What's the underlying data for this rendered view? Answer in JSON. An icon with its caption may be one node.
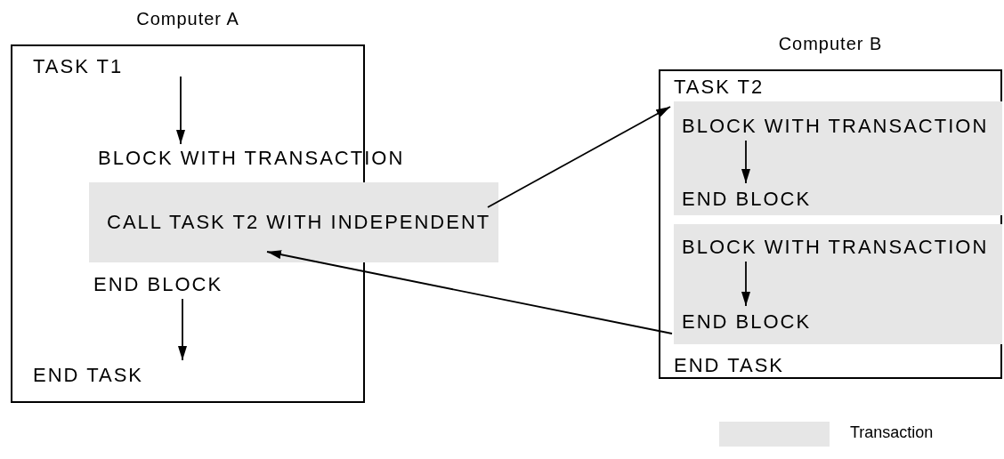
{
  "diagram": {
    "nodes": [
      {
        "text": [
          "Computer A"
        ]
      },
      {
        "text": [
          "TASK T1"
        ],
        "in": 0
      },
      {
        "text": [
          "BLOCK WITH TRANSACTION"
        ]
      },
      {
        "text": [
          "CALL TASK T2 WITH INDEPENDENT"
        ]
      },
      {
        "text": [
          "END BLOCK"
        ],
        "in": 0
      },
      {
        "text": [
          "END TASK"
        ],
        "in": 0
      },
      {
        "text": [
          "Computer B"
        ]
      },
      {
        "text": [
          "TASK T2"
        ],
        "in": 6
      },
      {
        "text": [],
        "shape": "box",
        "in": 6
      },
      {
        "text": [
          "BLOCK WITH TRANSACTION"
        ],
        "in": 8
      },
      {
        "text": [
          "END BLOCK"
        ],
        "in": 8
      },
      {
        "text": [],
        "shape": "box",
        "in": 6
      },
      {
        "text": [
          "BLOCK WITH TRANSACTION"
        ],
        "in": 11
      },
      {
        "text": [
          "END BLOCK"
        ],
        "in": 11
      },
      {
        "text": [
          "END TASK"
        ],
        "in": 6
      }
    ],
    "edges": [
      {
        "from": 1,
        "to": 2,
        "arrow": "to"
      },
      {
        "from": 4,
        "to": 5,
        "arrow": "to"
      },
      {
        "from": 3,
        "to": 8,
        "arrow": "to"
      },
      {
        "from": 9,
        "to": 10,
        "arrow": "to"
      },
      {
        "from": 12,
        "to": 13,
        "arrow": "to"
      },
      {
        "from": 11,
        "to": 3,
        "arrow": "to"
      }
    ],
    "legend": [
      {
        "text": "Transaction",
        "color": "#e6e6e6"
      }
    ]
  }
}
